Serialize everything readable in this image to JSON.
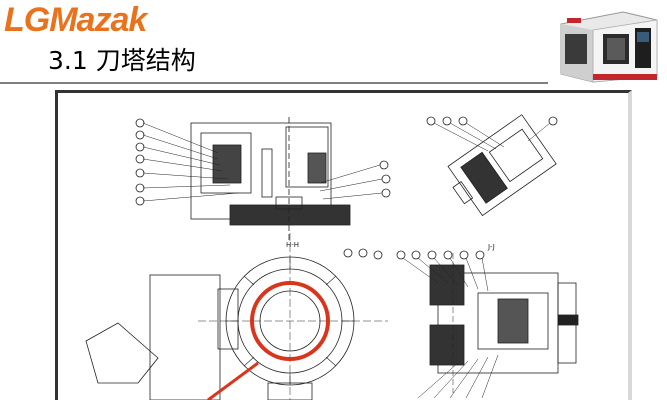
{
  "brand": {
    "logo_text": "LGMazak",
    "accent_color": "#e8731c"
  },
  "slide": {
    "title": "3.1 刀塔结构"
  },
  "images": {
    "machine": "cnc-lathe-machine-photo",
    "drawing": "turret-assembly-technical-drawing"
  },
  "drawing": {
    "section_labels": [
      "H-H",
      "J-J"
    ],
    "highlight_color": "#d9351c",
    "arrow_color": "#d9351c"
  }
}
